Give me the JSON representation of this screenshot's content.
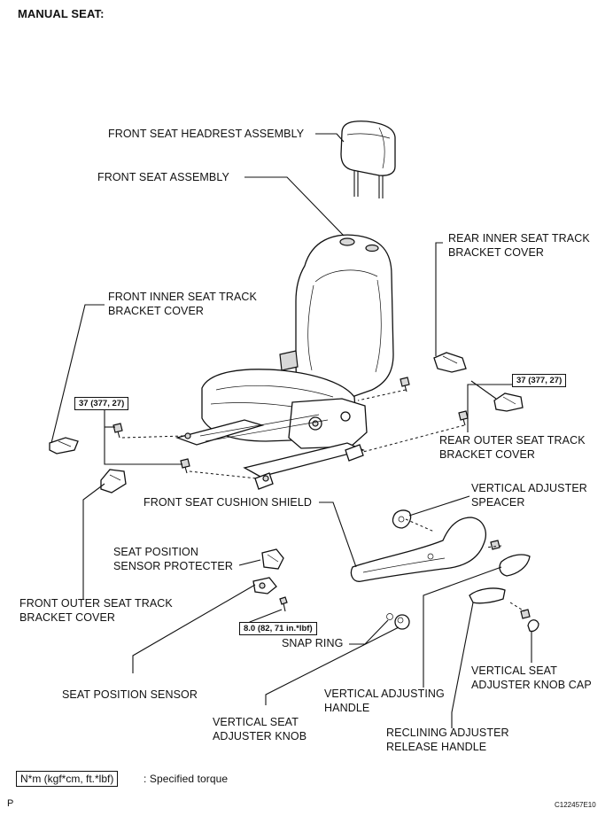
{
  "title": "MANUAL SEAT:",
  "labels": {
    "headrest": "FRONT SEAT HEADREST ASSEMBLY",
    "seat_assembly": "FRONT SEAT ASSEMBLY",
    "rear_inner_cover": "REAR INNER SEAT TRACK\nBRACKET COVER",
    "front_inner_cover": "FRONT INNER SEAT TRACK\nBRACKET COVER",
    "rear_outer_cover": "REAR OUTER SEAT TRACK\nBRACKET COVER",
    "vertical_adjuster_spacer": "VERTICAL ADJUSTER\nSPEACER",
    "cushion_shield": "FRONT SEAT CUSHION SHIELD",
    "position_sensor_protector": "SEAT POSITION\nSENSOR PROTECTER",
    "front_outer_cover": "FRONT OUTER SEAT TRACK\nBRACKET COVER",
    "snap_ring": "SNAP RING",
    "position_sensor": "SEAT POSITION SENSOR",
    "knob_cap": "VERTICAL SEAT\nADJUSTER KNOB CAP",
    "adjusting_handle": "VERTICAL ADJUSTING\nHANDLE",
    "adjuster_knob": "VERTICAL SEAT\nADJUSTER KNOB",
    "reclining_handle": "RECLINING ADJUSTER\nRELEASE HANDLE"
  },
  "torques": {
    "left": "37 (377, 27)",
    "right": "37 (377, 27)",
    "sensor": "8.0 (82, 71 in.*lbf)"
  },
  "legend": {
    "box": "N*m (kgf*cm, ft.*lbf)",
    "text": ": Specified torque"
  },
  "footer": {
    "page_marker": "P",
    "figure_code": "C122457E10"
  }
}
